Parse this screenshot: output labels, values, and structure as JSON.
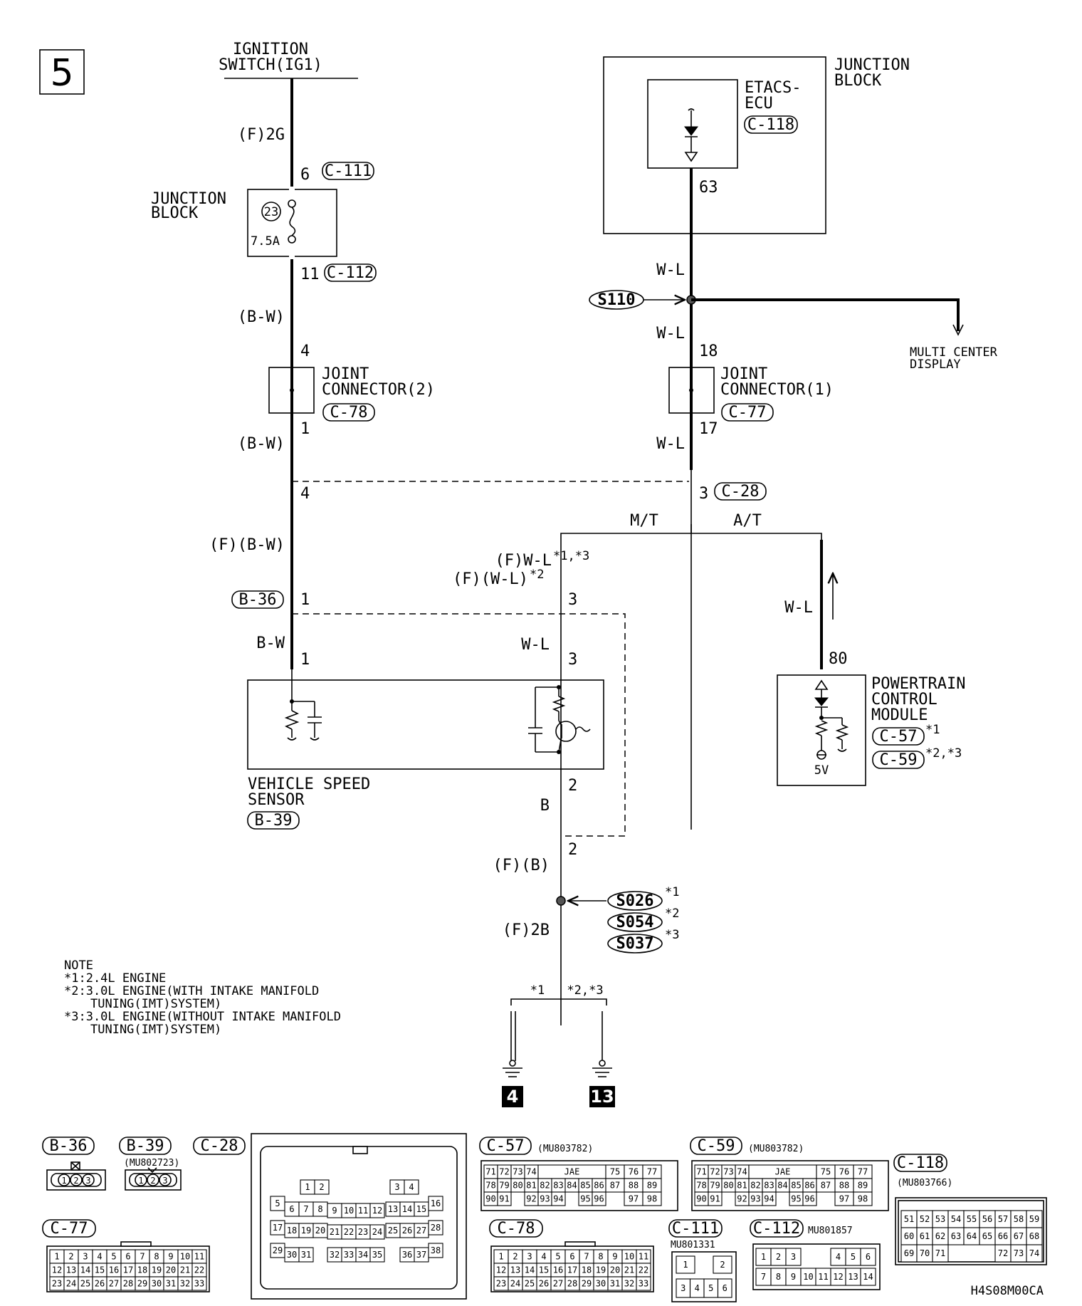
{
  "page_number": "5",
  "ignition": {
    "line1": "IGNITION",
    "line2": "SWITCH(IG1)"
  },
  "wires": {
    "f2g": "(F)2G",
    "bw1": "(B-W)",
    "bw2": "(B-W)",
    "fbw": "(F)(B-W)",
    "bw3": "B-W",
    "wl1": "W-L",
    "wl2": "W-L",
    "wl3": "W-L",
    "fwl13": "(F)W-L",
    "fwl13_note": "*1,*3",
    "fwl2": "(F)(W-L)",
    "fwl2_note": "*2",
    "wl4": "W-L",
    "wl5": "W-L",
    "b": "B",
    "fb": "(F)(B)",
    "f2b": "(F)2B",
    "mt": "M/T",
    "at": "A/T",
    "gnd_note1": "*1",
    "gnd_note2": "*2,*3"
  },
  "pins": {
    "p6": "6",
    "p11": "11",
    "p4a": "4",
    "p1a": "1",
    "p4b": "4",
    "p1b": "1",
    "p1c": "1",
    "p63": "63",
    "p18": "18",
    "p17": "17",
    "p3a": "3",
    "p3b": "3",
    "p3c": "3",
    "p2a": "2",
    "p2b": "2",
    "p80": "80"
  },
  "junction_block_left": {
    "line1": "JUNCTION",
    "line2": "BLOCK",
    "fuse_no": "23",
    "rating": "7.5A"
  },
  "junction_block_right": {
    "line1": "JUNCTION",
    "line2": "BLOCK"
  },
  "etacs": {
    "line1": "ETACS-",
    "line2": "ECU"
  },
  "joint2": {
    "line1": "JOINT",
    "line2": "CONNECTOR(2)"
  },
  "joint1": {
    "line1": "JOINT",
    "line2": "CONNECTOR(1)"
  },
  "multi_center": {
    "line1": "MULTI CENTER",
    "line2": "DISPLAY"
  },
  "speed_sensor": {
    "line1": "VEHICLE SPEED",
    "line2": "SENSOR"
  },
  "pcm": {
    "line1": "POWERTRAIN",
    "line2": "CONTROL",
    "line3": "MODULE",
    "voltage": "5V",
    "note1": "*1",
    "note23": "*2,*3"
  },
  "splices": {
    "s110": "S110",
    "s026": "S026",
    "s054": "S054",
    "s037": "S037",
    "n1": "*1",
    "n2": "*2",
    "n3": "*3"
  },
  "connectors": {
    "c111": "C-111",
    "c112": "C-112",
    "c118": "C-118",
    "c78": "C-78",
    "c77": "C-77",
    "c28": "C-28",
    "b36": "B-36",
    "b39": "B-39",
    "c57": "C-57",
    "c59": "C-59"
  },
  "grounds": {
    "g4": "4",
    "g13": "13"
  },
  "note": {
    "title": "NOTE",
    "l1": "*1:2.4L ENGINE",
    "l2": "*2:3.0L ENGINE(WITH INTAKE MANIFOLD",
    "l3": "TUNING(IMT)SYSTEM)",
    "l4": "*3:3.0L ENGINE(WITHOUT INTAKE MANIFOLD",
    "l5": "TUNING(IMT)SYSTEM)"
  },
  "legend": {
    "b36": "B-36",
    "b39": "B-39",
    "b39_part": "(MU802723)",
    "c28": "C-28",
    "c57": "C-57",
    "c57_part": "(MU803782)",
    "c59": "C-59",
    "c59_part": "(MU803782)",
    "c118": "C-118",
    "c118_part": "(MU803766)",
    "c77": "C-77",
    "c78": "C-78",
    "c111": "C-111",
    "c111_part": "MU801331",
    "c112": "C-112",
    "c112_part": "MU801857",
    "jae": "JAE",
    "b_pins": [
      "1",
      "2",
      "3"
    ],
    "c28_pins": [
      "1",
      "2",
      "3",
      "4",
      "5",
      "6",
      "7",
      "8",
      "9",
      "10",
      "11",
      "12",
      "13",
      "14",
      "15",
      "16",
      "17",
      "18",
      "19",
      "20",
      "21",
      "22",
      "23",
      "24",
      "25",
      "26",
      "27",
      "28",
      "29",
      "30",
      "31",
      "32",
      "33",
      "34",
      "35",
      "36",
      "37",
      "38"
    ],
    "c57_row1": [
      "71",
      "72",
      "73",
      "74",
      "75",
      "76",
      "77"
    ],
    "c57_row2": [
      "78",
      "79",
      "80",
      "81",
      "82",
      "83",
      "84",
      "85",
      "86",
      "87",
      "88",
      "89"
    ],
    "c57_row3": [
      "90",
      "91",
      "92",
      "93",
      "94",
      "95",
      "96",
      "97",
      "98"
    ],
    "c118_row1": [
      "51",
      "52",
      "53",
      "54",
      "55",
      "56",
      "57",
      "58",
      "59"
    ],
    "c118_row2": [
      "60",
      "61",
      "62",
      "63",
      "64",
      "65",
      "66",
      "67",
      "68"
    ],
    "c118_row3": [
      "69",
      "70",
      "71",
      "72",
      "73",
      "74"
    ],
    "c77_row1": [
      "1",
      "2",
      "3",
      "4",
      "5",
      "6",
      "7",
      "8",
      "9",
      "10",
      "11"
    ],
    "c77_row2": [
      "12",
      "13",
      "14",
      "15",
      "16",
      "17",
      "18",
      "19",
      "20",
      "21",
      "22"
    ],
    "c77_row3": [
      "23",
      "24",
      "25",
      "26",
      "27",
      "28",
      "29",
      "30",
      "31",
      "32",
      "33"
    ],
    "c111_pins": [
      "1",
      "2",
      "3",
      "4",
      "5",
      "6"
    ],
    "c112_row1": [
      "1",
      "2",
      "3",
      "4",
      "5",
      "6"
    ],
    "c112_row2": [
      "7",
      "8",
      "9",
      "10",
      "11",
      "12",
      "13",
      "14"
    ]
  },
  "figure_code": "H4S08M00CA"
}
